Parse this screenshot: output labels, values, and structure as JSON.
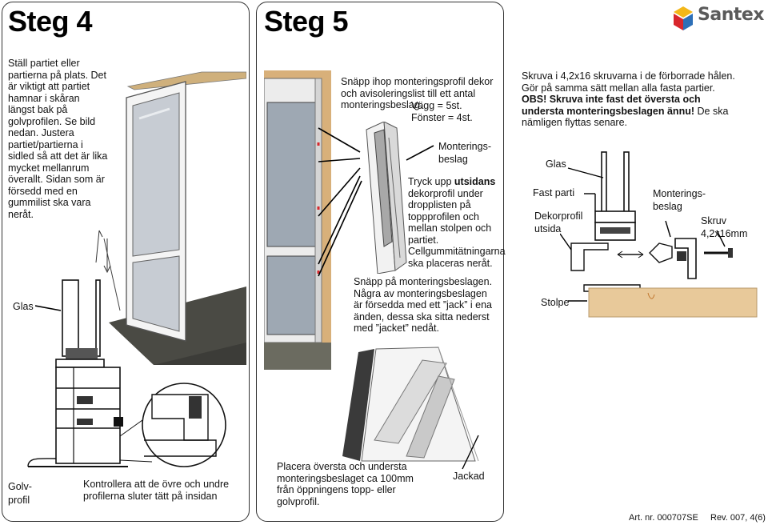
{
  "brand": {
    "name": "Santex"
  },
  "step4": {
    "title": "Steg 4",
    "instructions": "Ställ partiet eller partierna på plats. Det är viktigt att partiet hamnar i skåran längst bak på golvprofilen. Se bild nedan. Justera partiet/partierna i sidled så att det är lika mycket mellanrum överallt. Sidan som är försedd med en gummilist ska vara neråt.",
    "label_glas": "Glas",
    "label_golvprofil": "Golv-\nprofil",
    "bottom_note": "Kontrollera att de övre och undre profilerna sluter tätt på insidan"
  },
  "step5": {
    "title": "Steg 5",
    "snap_text": "Snäpp ihop monteringsprofil dekor och avisoleringslist till ett antal monteringsbeslag.",
    "count_wall": "Vägg = 5st.",
    "count_window": "Fönster = 4st.",
    "label_monteringsbeslag": "Monterings-\nbeslag",
    "push_text_pre": "Tryck upp ",
    "push_text_bold": "utsidans",
    "push_text_post": " dekorprofil under dropplisten på toppprofilen och mellan stolpen och partiet. Cellgummitätningarna ska placeras neråt.",
    "snap2_text": "Snäpp på monteringsbeslagen. Några av monteringsbeslagen är försedda med ett ”jack” i ena änden, dessa ska sitta nederst med ”jacket” nedåt.",
    "bottom_text": "Placera översta och understa monteringsbeslaget ca 100mm från öppningens topp- eller golvprofil.",
    "label_jackad": "Jackad"
  },
  "step6": {
    "screw_text": "Skruva i 4,2x16 skruvarna i de förborrade hålen. Gör på samma sätt mellan alla fasta partier.",
    "obs_bold": "OBS! Skruva inte fast det översta och understa monteringsbeslagen ännu!",
    "obs_post": " De ska nämligen flyttas senare.",
    "label_glas": "Glas",
    "label_fast_parti": "Fast parti",
    "label_dekorprofil": "Dekorprofil\nutsida",
    "label_monteringsbeslag": "Monterings-\nbeslag",
    "label_skruv": "Skruv\n4,2x16mm",
    "label_stolpe": "Stolpe"
  },
  "footer": {
    "art_nr": "Art. nr. 000707SE",
    "rev": "Rev. 007, 4(6)"
  },
  "colors": {
    "accent_red": "#d8262c",
    "accent_blue": "#2d6fb7",
    "accent_yellow": "#f3b719",
    "wood": "#e8c99a",
    "deck": "#4a4a44"
  }
}
